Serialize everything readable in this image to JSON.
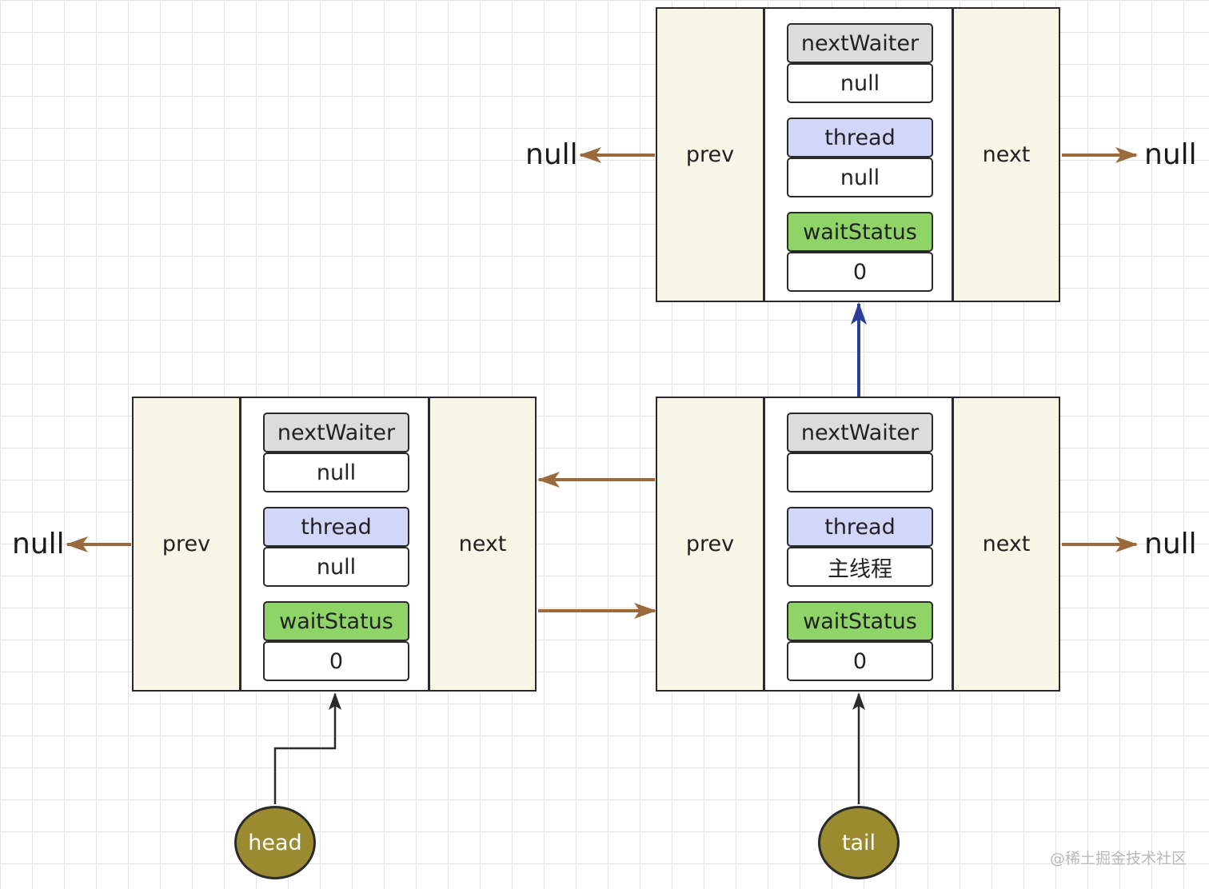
{
  "nodes": {
    "top": {
      "prev": "prev",
      "next": "next",
      "next_waiter_label": "nextWaiter",
      "next_waiter_value": "null",
      "thread_label": "thread",
      "thread_value": "null",
      "wait_status_label": "waitStatus",
      "wait_status_value": "0"
    },
    "head_node": {
      "prev": "prev",
      "next": "next",
      "next_waiter_label": "nextWaiter",
      "next_waiter_value": "null",
      "thread_label": "thread",
      "thread_value": "null",
      "wait_status_label": "waitStatus",
      "wait_status_value": "0"
    },
    "tail_node": {
      "prev": "prev",
      "next": "next",
      "next_waiter_label": "nextWaiter",
      "next_waiter_value": "",
      "thread_label": "thread",
      "thread_value": "主线程",
      "wait_status_label": "waitStatus",
      "wait_status_value": "0"
    }
  },
  "null_labels": {
    "top_left": "null",
    "top_right": "null",
    "bottom_left": "null",
    "bottom_right": "null"
  },
  "pointers": {
    "head": "head",
    "tail": "tail"
  },
  "watermark": "@稀土掘金技术社区",
  "colors": {
    "node_side_fill": "#f8f6e6",
    "label_gray": "#dcdcdc",
    "label_blue": "#d2d6f8",
    "label_green": "#8fd466",
    "pointer_fill": "#9a8a30",
    "arrow_brown": "#9b6a3c",
    "arrow_blue": "#2a3f9a",
    "arrow_black": "#2a2a2a"
  }
}
